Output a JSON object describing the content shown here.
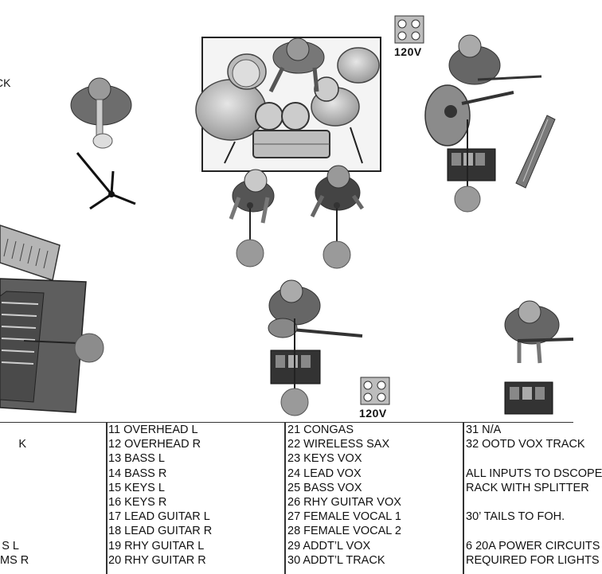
{
  "stage": {
    "power_label_top": "120V",
    "power_label_bottom": "120V",
    "fragment_left": "CK"
  },
  "channel_list": {
    "col1": [
      "",
      "K",
      "",
      "",
      "",
      "",
      "",
      "",
      "S L",
      "MS R"
    ],
    "col2": [
      "11 OVERHEAD L",
      "12 OVERHEAD R",
      "13 BASS L",
      "14 BASS R",
      "15 KEYS L",
      "16 KEYS R",
      "17 LEAD GUITAR L",
      "18 LEAD GUITAR R",
      "19 RHY GUITAR L",
      "20 RHY GUITAR R"
    ],
    "col3": [
      "21 CONGAS",
      "22 WIRELESS SAX",
      "23 KEYS VOX",
      "24 LEAD VOX",
      "25 BASS VOX",
      "26 RHY GUITAR VOX",
      "27 FEMALE VOCAL 1",
      "28 FEMALE VOCAL 2",
      "29 ADDT’L VOX",
      "30 ADDT’L TRACK"
    ],
    "col4": [
      "31 N/A",
      "32 OOTD VOX TRACK",
      "",
      "ALL INPUTS TO DSCOPE",
      "RACK WITH SPLITTER",
      "",
      "30’ TAILS TO FOH.",
      "",
      "6 20A POWER CIRCUITS",
      "REQUIRED FOR LIGHTS"
    ]
  }
}
